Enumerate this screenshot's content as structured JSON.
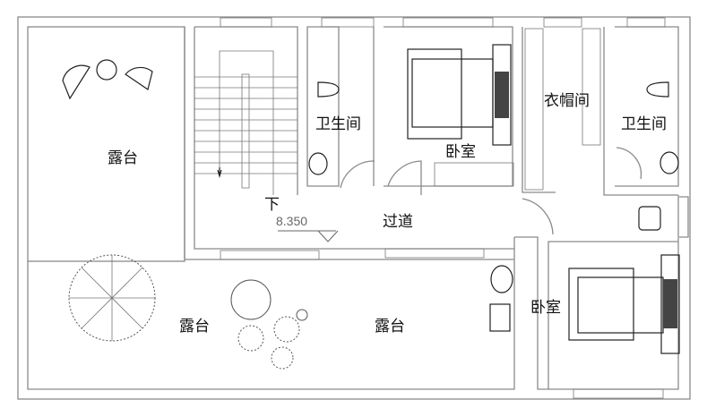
{
  "plan": {
    "rooms": {
      "terrace_top_left": "露台",
      "bathroom_1": "卫生间",
      "bedroom_1": "卧室",
      "walk_in_closet": "衣帽间",
      "bathroom_2": "卫生间",
      "corridor": "过道",
      "terrace_bottom_left": "露台",
      "terrace_bottom_mid": "露台",
      "bedroom_2": "卧室"
    },
    "stair_direction": "下",
    "elevation": "8.350"
  }
}
